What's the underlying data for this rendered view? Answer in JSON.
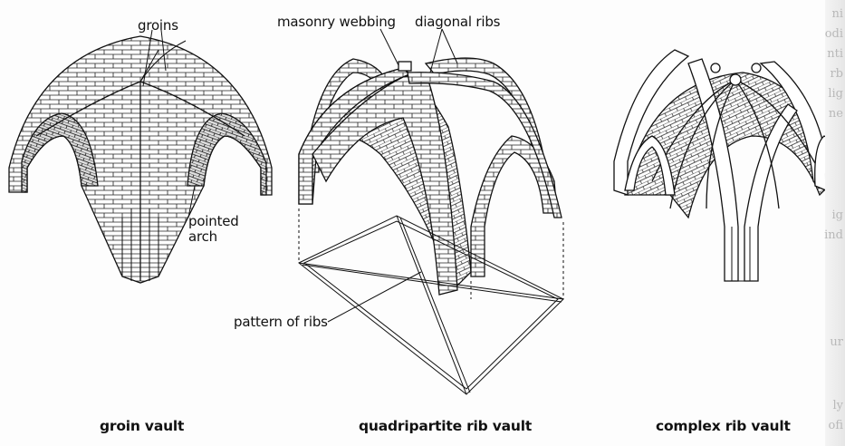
{
  "labels": {
    "groins": "groins",
    "pointed_arch": "pointed\narch",
    "masonry_webbing": "masonry webbing",
    "diagonal_ribs": "diagonal ribs",
    "pattern_of_ribs": "pattern of ribs"
  },
  "captions": {
    "groin_vault": "groin vault",
    "quadripartite": "quadripartite rib vault",
    "complex": "complex rib vault"
  },
  "edge_fragments": [
    "ni",
    "odi",
    "nti",
    "rb",
    "lig",
    "ne",
    "ig",
    "ind",
    "ur",
    "ly",
    "ofi"
  ],
  "colors": {
    "line": "#111111",
    "paper": "#fdfdfd"
  }
}
